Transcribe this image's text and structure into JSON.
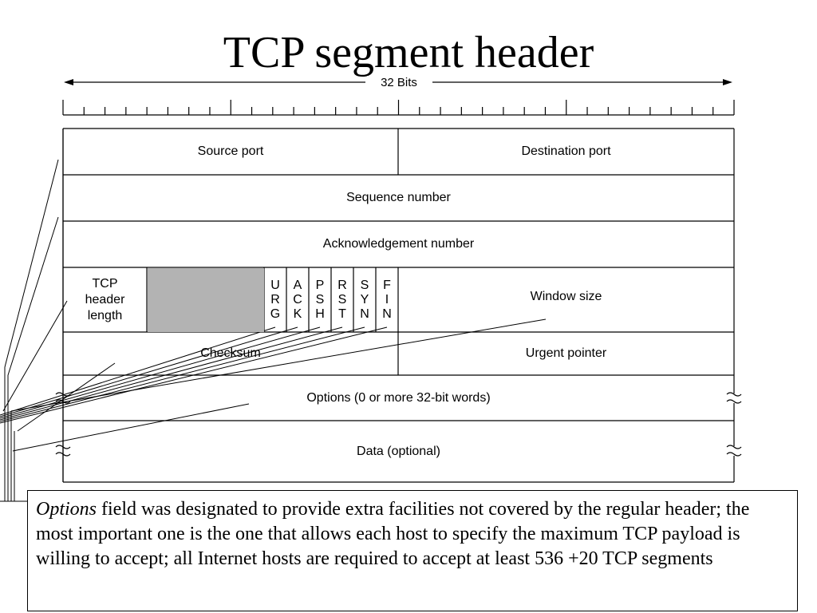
{
  "slide": {
    "title": "TCP segment header"
  },
  "diagram": {
    "width_label": "32 Bits",
    "fields": {
      "source_port": "Source port",
      "destination_port": "Destination port",
      "sequence_number": "Sequence number",
      "acknowledgement_number": "Acknowledgement number",
      "tcp_header_length": "TCP header length",
      "window_size": "Window size",
      "checksum": "Checksum",
      "urgent_pointer": "Urgent pointer",
      "options": "Options (0 or more 32-bit words)",
      "data": "Data (optional)"
    },
    "flags": [
      {
        "letters": [
          "U",
          "R",
          "G"
        ]
      },
      {
        "letters": [
          "A",
          "C",
          "K"
        ]
      },
      {
        "letters": [
          "P",
          "S",
          "H"
        ]
      },
      {
        "letters": [
          "R",
          "S",
          "T"
        ]
      },
      {
        "letters": [
          "S",
          "Y",
          "N"
        ]
      },
      {
        "letters": [
          "F",
          "I",
          "N"
        ]
      }
    ]
  },
  "note": {
    "emphasis": "Options",
    "text": " field was designated to provide extra facilities not covered by the regular header; the most important one is the one that allows each host to specify the maximum TCP payload is willing to accept; all Internet hosts are required to accept at least 536 +20 TCP segments"
  }
}
